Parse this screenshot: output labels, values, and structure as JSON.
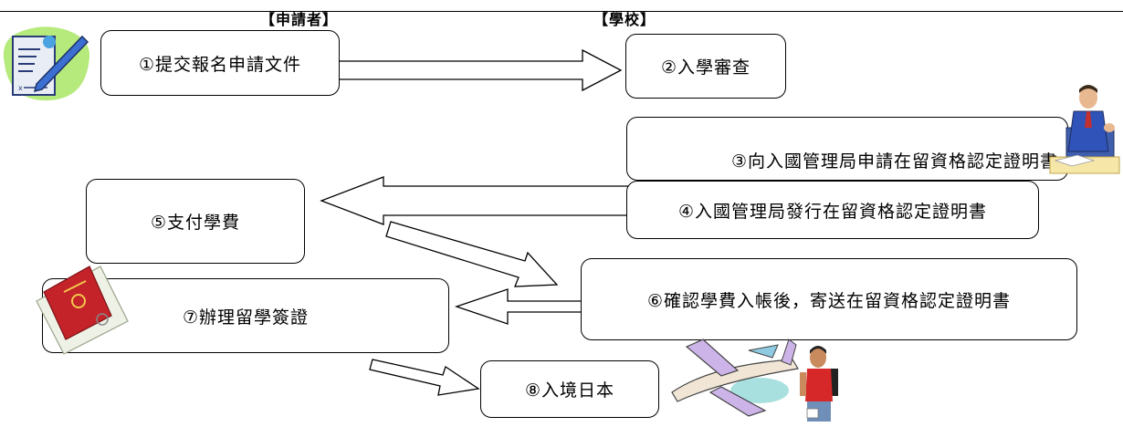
{
  "headers": {
    "applicant": "【申請者】",
    "school": "【學校】"
  },
  "steps": [
    {
      "id": 1,
      "label": "①提交報名申請文件"
    },
    {
      "id": 2,
      "label": "②入學審查"
    },
    {
      "id": 3,
      "label": "③向入國管理局申請在留資格認定證明書"
    },
    {
      "id": 4,
      "label": "④入國管理局發行在留資格認定證明書"
    },
    {
      "id": 5,
      "label": "⑤支付學費"
    },
    {
      "id": 6,
      "label": "⑥確認學費入帳後，寄送在留資格認定證明書"
    },
    {
      "id": 7,
      "label": "⑦辦理留學簽證"
    },
    {
      "id": 8,
      "label": "⑧入境日本"
    }
  ],
  "icons": {
    "document": "document-pen-icon",
    "businessman": "businessman-icon",
    "passport": "passport-icon",
    "airplane": "airplane-icon",
    "student": "student-icon"
  }
}
